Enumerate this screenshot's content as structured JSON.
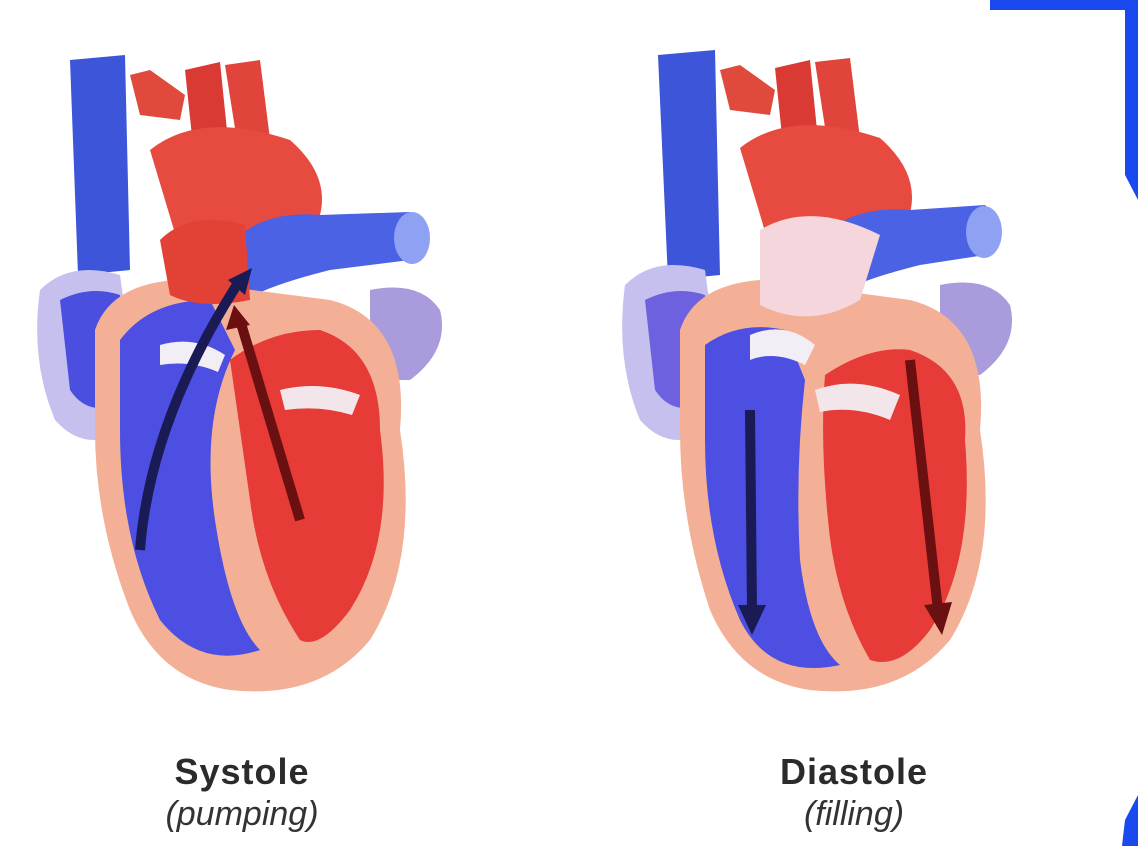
{
  "panels": [
    {
      "name": "Systole",
      "note": "(pumping)"
    },
    {
      "name": "Diastole",
      "note": "(filling)"
    }
  ],
  "colors": {
    "deoxygenated": "#3a4fd8",
    "oxygenated": "#e2403a",
    "muscle": "#f0a58a",
    "accent_frame": "#1a49f0"
  }
}
